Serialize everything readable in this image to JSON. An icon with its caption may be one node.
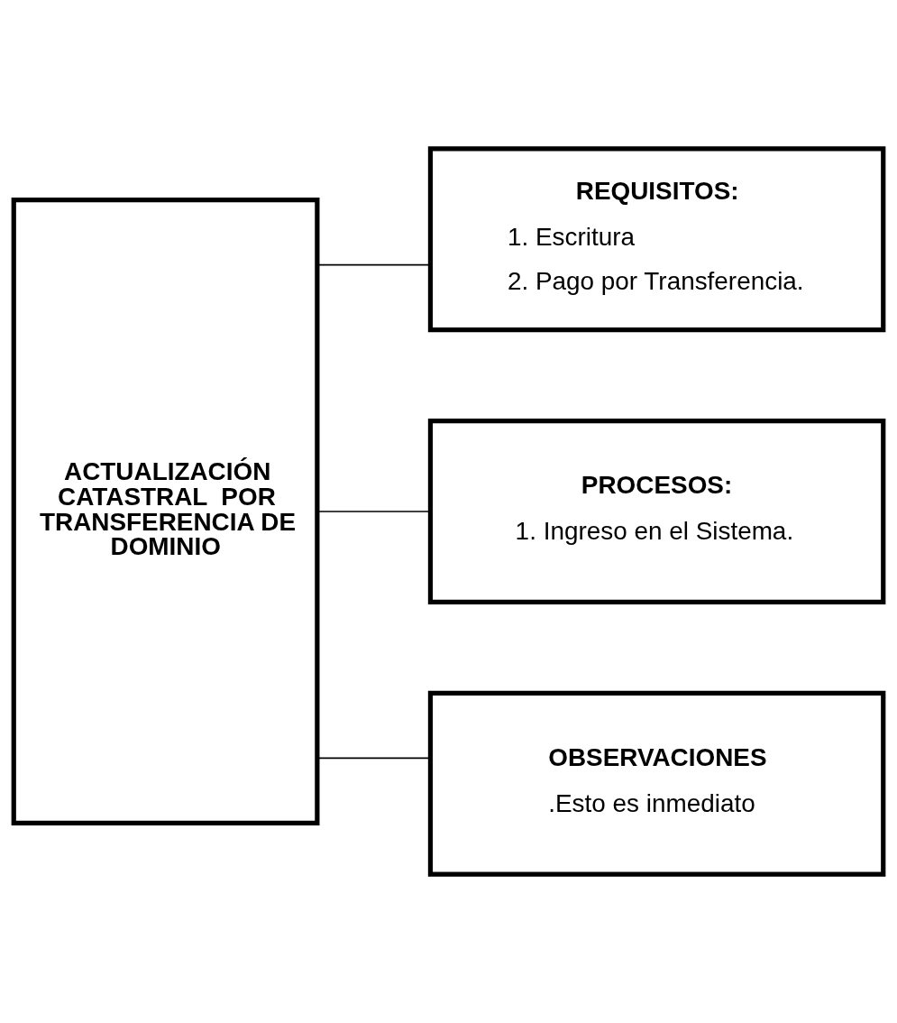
{
  "diagram": {
    "nodes": [
      {
        "text": [
          "ACTUALIZACIÓN CATASTRAL  POR TRANSFERENCIA DE DOMINIO"
        ]
      },
      {
        "text": [
          "REQUISITOS:",
          "1. Escritura",
          "2. Pago por Transferencia."
        ]
      },
      {
        "text": [
          "PROCESOS:",
          "1. Ingreso en el Sistema."
        ]
      },
      {
        "text": [
          "OBSERVACIONES",
          ".Esto es inmediato"
        ]
      }
    ],
    "edges": [
      {
        "from": 0,
        "to": 1,
        "arrow": "none"
      },
      {
        "from": 0,
        "to": 2,
        "arrow": "none"
      },
      {
        "from": 0,
        "to": 3,
        "arrow": "none"
      }
    ]
  }
}
